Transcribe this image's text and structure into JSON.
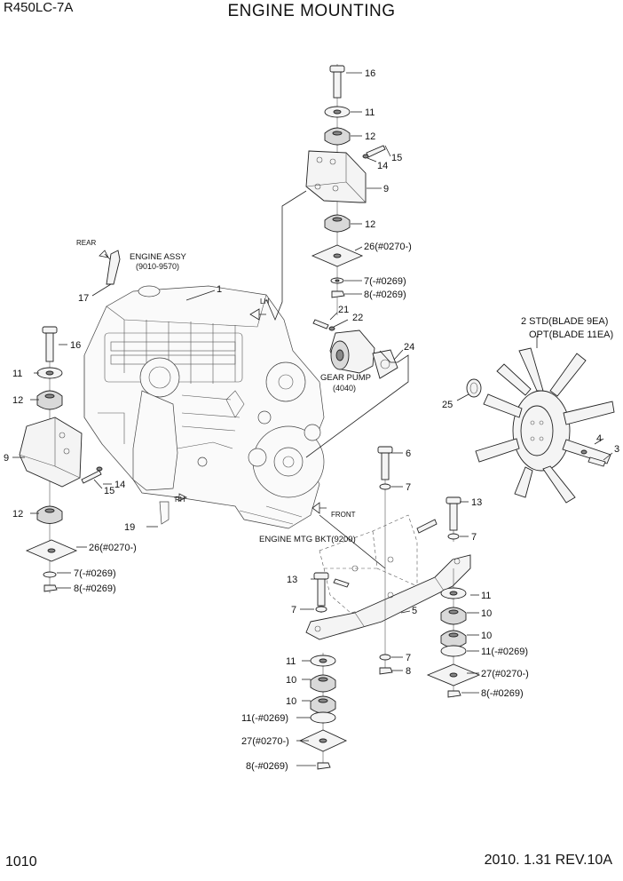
{
  "header": {
    "model": "R450LC-7A",
    "title": "ENGINE MOUNTING"
  },
  "footer": {
    "page_number": "1010",
    "revision": "2010. 1.31 REV.10A"
  },
  "notes": {
    "engine_assy": "ENGINE ASSY",
    "engine_assy_no": "(9010-9570)",
    "gear_pump": "GEAR PUMP",
    "gear_pump_no": "(4040)",
    "engine_mtg_bkt": "ENGINE MTG BKT(9200)",
    "fan_std": "2 STD(BLADE 9EA)",
    "fan_opt": "OPT(BLADE 11EA)",
    "dir_rear": "REAR",
    "dir_lh": "LH",
    "dir_rh": "RH",
    "dir_front": "FRONT"
  },
  "callouts": {
    "c16a": "16",
    "c11a": "11",
    "c12a": "12",
    "c15a": "15",
    "c14a": "14",
    "c9a": "9",
    "c12b": "12",
    "c26a": "26(#0270-)",
    "c7a": "7(-#0269)",
    "c8a": "8(-#0269)",
    "c1": "1",
    "c17": "17",
    "c21": "21",
    "c22": "22",
    "c24": "24",
    "c25": "25",
    "c16b": "16",
    "c11b": "11",
    "c12c": "12",
    "c9b": "9",
    "c15b": "15",
    "c14b": "14",
    "c12d": "12",
    "c26b": "26(#0270-)",
    "c7b": "7(-#0269)",
    "c8b": "8(-#0269)",
    "c19": "19",
    "c6": "6",
    "c7c": "7",
    "c13a": "13",
    "c7d": "7",
    "c4": "4",
    "c3": "3",
    "c13b": "13",
    "c7e": "7",
    "c5": "5",
    "c11c": "11",
    "c10a": "10",
    "c10b": "10",
    "c11d": "11(-#0269)",
    "c7f": "7",
    "c8c": "8",
    "c27a": "27(#0270-)",
    "c8d": "8(-#0269)",
    "c11e": "11",
    "c10c": "10",
    "c10d": "10",
    "c11f": "11(-#0269)",
    "c27b": "27(#0270-)",
    "c8e": "8(-#0269)"
  }
}
